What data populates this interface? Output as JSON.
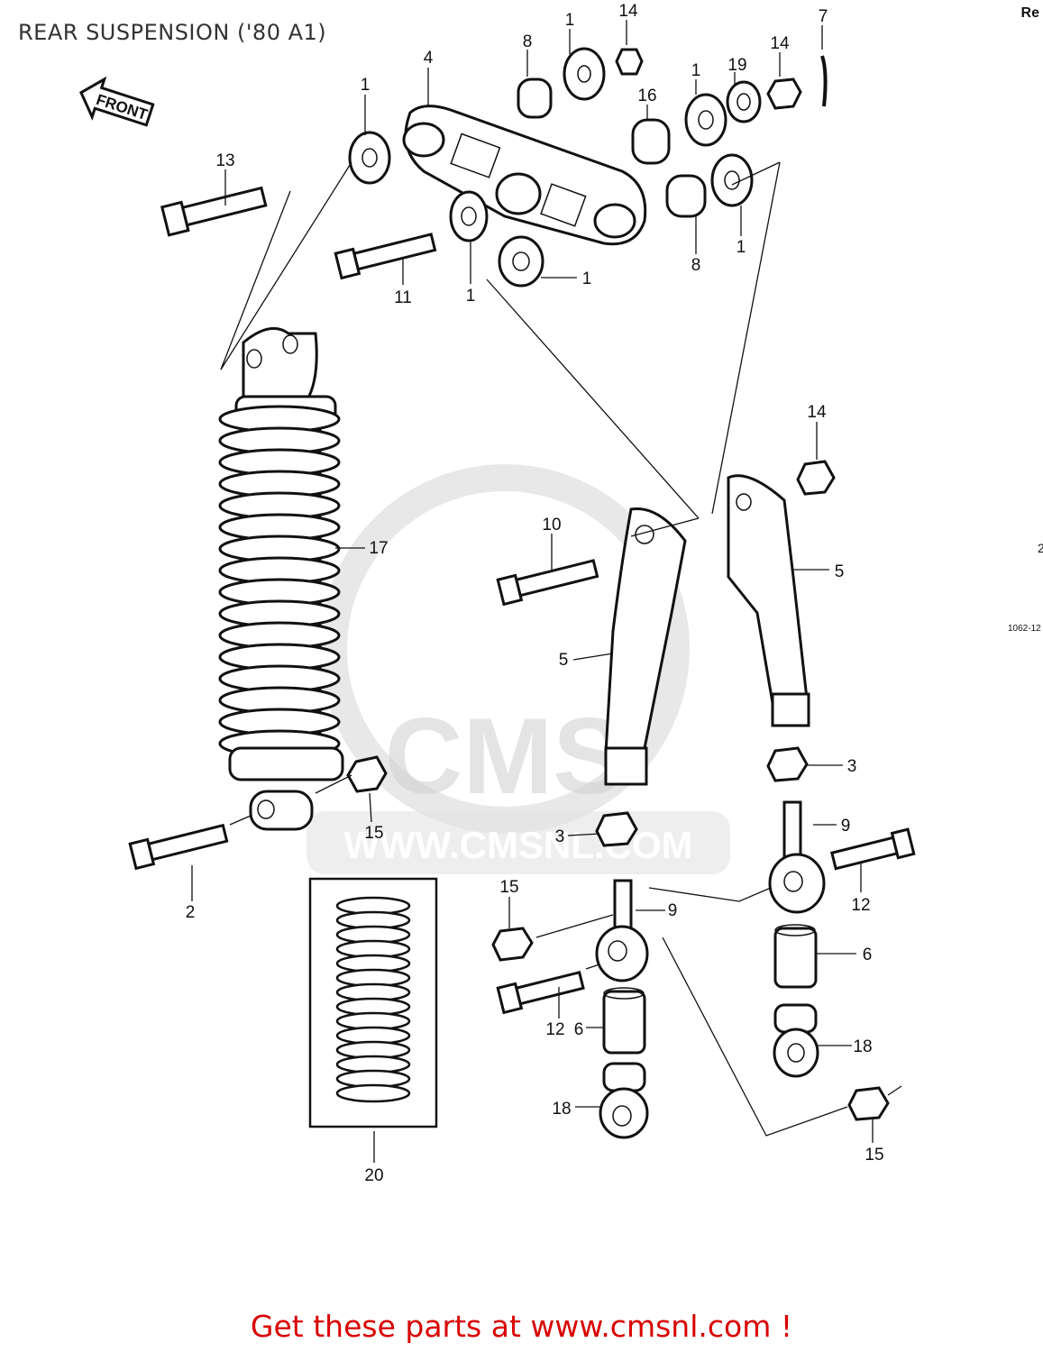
{
  "title": "REAR SUSPENSION ('80 A1)",
  "footer": "Get these parts at www.cmsnl.com !",
  "front_arrow": "FRONT",
  "watermark": {
    "brand": "CMS",
    "url": "WWW.CMSNL.COM"
  },
  "edge_text": {
    "top_right": "Re",
    "diagram_code": "1062-12",
    "edge_digit": "2"
  },
  "callouts": [
    {
      "number": "1",
      "part": "washer"
    },
    {
      "number": "2",
      "part": "bolt"
    },
    {
      "number": "3",
      "part": "nut"
    },
    {
      "number": "4",
      "part": "rocker arm"
    },
    {
      "number": "5",
      "part": "tie rod"
    },
    {
      "number": "6",
      "part": "spacer"
    },
    {
      "number": "7",
      "part": "cotter pin"
    },
    {
      "number": "8",
      "part": "bushing"
    },
    {
      "number": "9",
      "part": "rod end"
    },
    {
      "number": "10",
      "part": "bolt"
    },
    {
      "number": "11",
      "part": "bolt"
    },
    {
      "number": "12",
      "part": "bolt"
    },
    {
      "number": "13",
      "part": "bolt"
    },
    {
      "number": "14",
      "part": "nut"
    },
    {
      "number": "15",
      "part": "nut"
    },
    {
      "number": "16",
      "part": "bushing"
    },
    {
      "number": "17",
      "part": "rear shock absorber"
    },
    {
      "number": "18",
      "part": "rod end eye"
    },
    {
      "number": "19",
      "part": "washer"
    },
    {
      "number": "20",
      "part": "spring"
    }
  ],
  "colors": {
    "title": "#333333",
    "footer": "#d90000",
    "line": "#111111",
    "watermark": "#cfcfcf"
  }
}
